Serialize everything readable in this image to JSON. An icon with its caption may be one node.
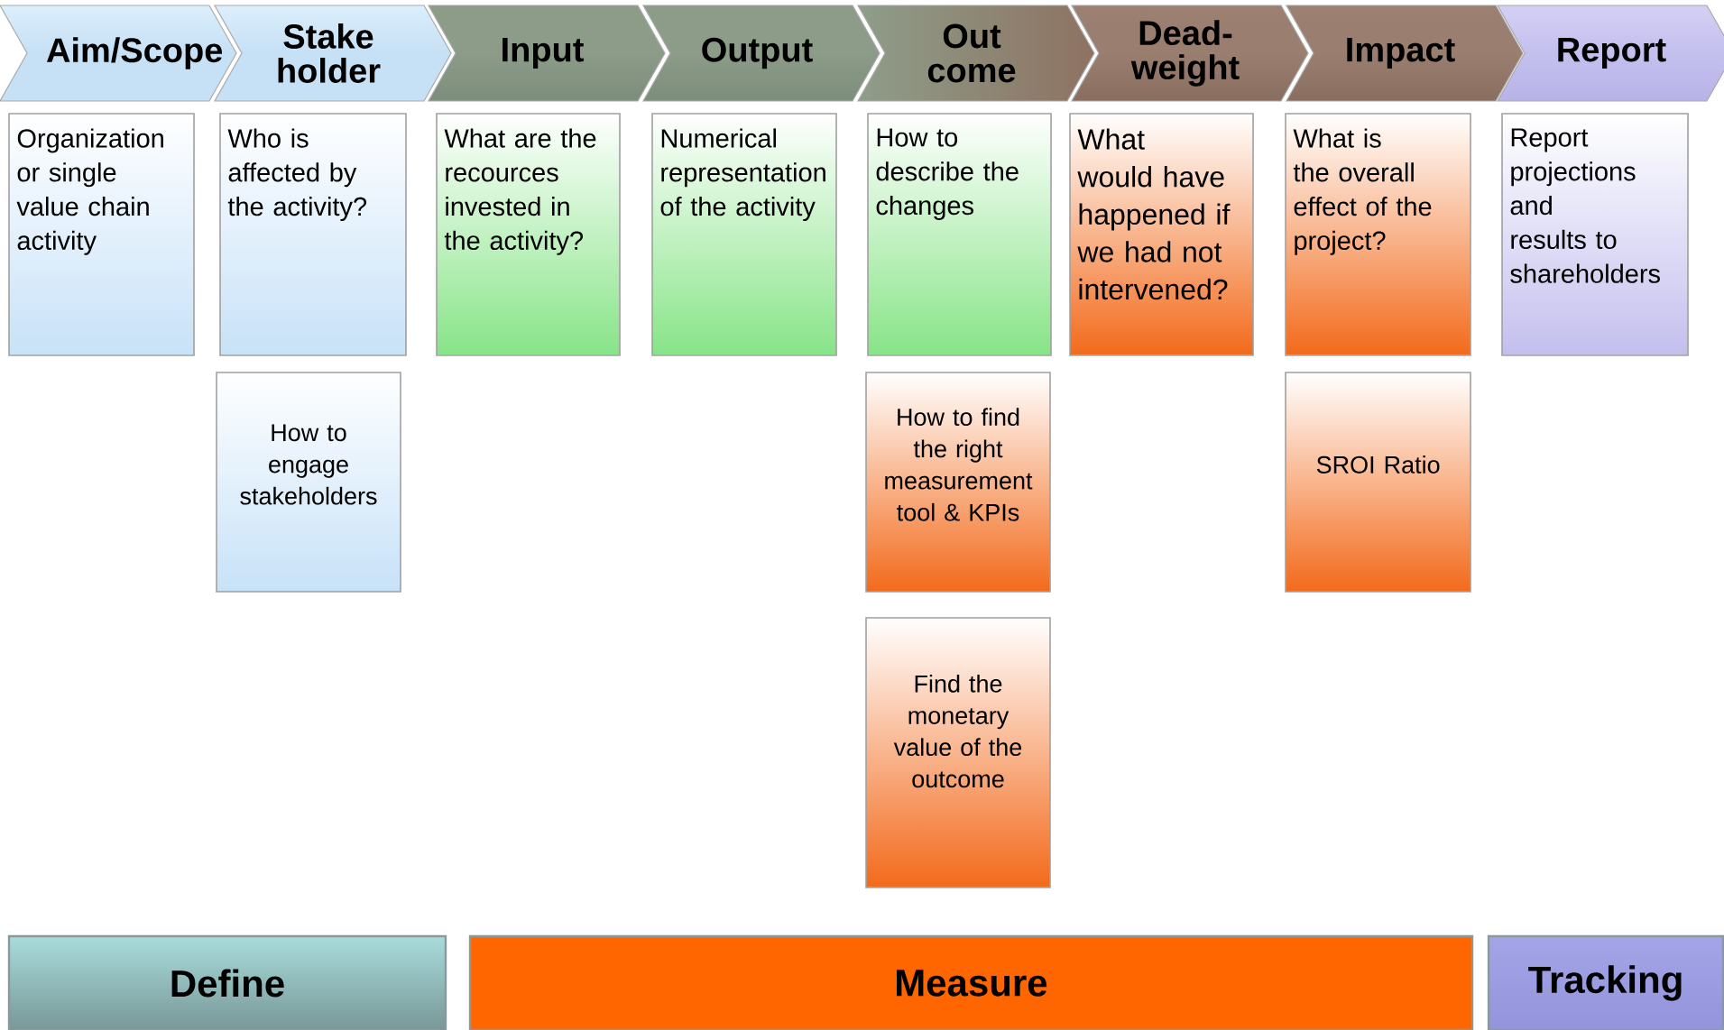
{
  "diagram": {
    "nodes": [
      {
        "text": [
          "Aim/Scope"
        ]
      },
      {
        "text": [
          "Stake holder"
        ]
      },
      {
        "text": [
          "Input"
        ]
      },
      {
        "text": [
          "Output"
        ]
      },
      {
        "text": [
          "Out come"
        ]
      },
      {
        "text": [
          "Dead- weight"
        ]
      },
      {
        "text": [
          "Impact"
        ]
      },
      {
        "text": [
          "Report"
        ]
      },
      {
        "text": [
          "Organization or single value chain activity"
        ]
      },
      {
        "text": [
          "Who is affected by the activity?"
        ]
      },
      {
        "text": [
          "What are the recources invested in the activity?"
        ]
      },
      {
        "text": [
          "Numerical representation of the activity"
        ]
      },
      {
        "text": [
          "How to describe the changes"
        ]
      },
      {
        "text": [
          "What would have happened if we had not intervened?"
        ]
      },
      {
        "text": [
          "What is the overall effect of the project?"
        ]
      },
      {
        "text": [
          "Report projections and results to shareholders"
        ]
      },
      {
        "text": [
          "How to engage stakeholders"
        ]
      },
      {
        "text": [
          "How to find the right measurement tool & KPIs"
        ]
      },
      {
        "text": [
          "SROI Ratio"
        ]
      },
      {
        "text": [
          "Find the monetary value of the outcome"
        ]
      },
      {
        "text": [
          "Define"
        ]
      },
      {
        "text": [
          "Measure"
        ]
      },
      {
        "text": [
          "Tracking"
        ]
      }
    ]
  }
}
